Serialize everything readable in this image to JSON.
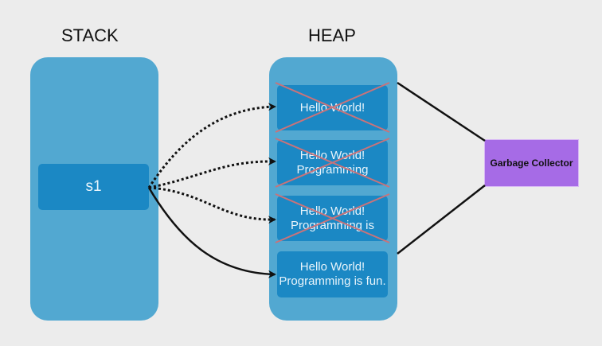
{
  "stack": {
    "title": "STACK",
    "variable": "s1"
  },
  "heap": {
    "title": "HEAP",
    "objects": [
      {
        "line1": "Hello World!",
        "line2": "",
        "collected": true
      },
      {
        "line1": "Hello World!",
        "line2": "Programming",
        "collected": true
      },
      {
        "line1": "Hello World!",
        "line2": "Programming is",
        "collected": true
      },
      {
        "line1": "Hello World!",
        "line2": "Programming is fun.",
        "collected": false
      }
    ]
  },
  "garbage_collector": {
    "label": "Garbage Collector"
  },
  "colors": {
    "background": "#ececec",
    "column": "#52a8d1",
    "box": "#1b88c4",
    "cross": "#c9737a",
    "collector": "#a66be6"
  }
}
